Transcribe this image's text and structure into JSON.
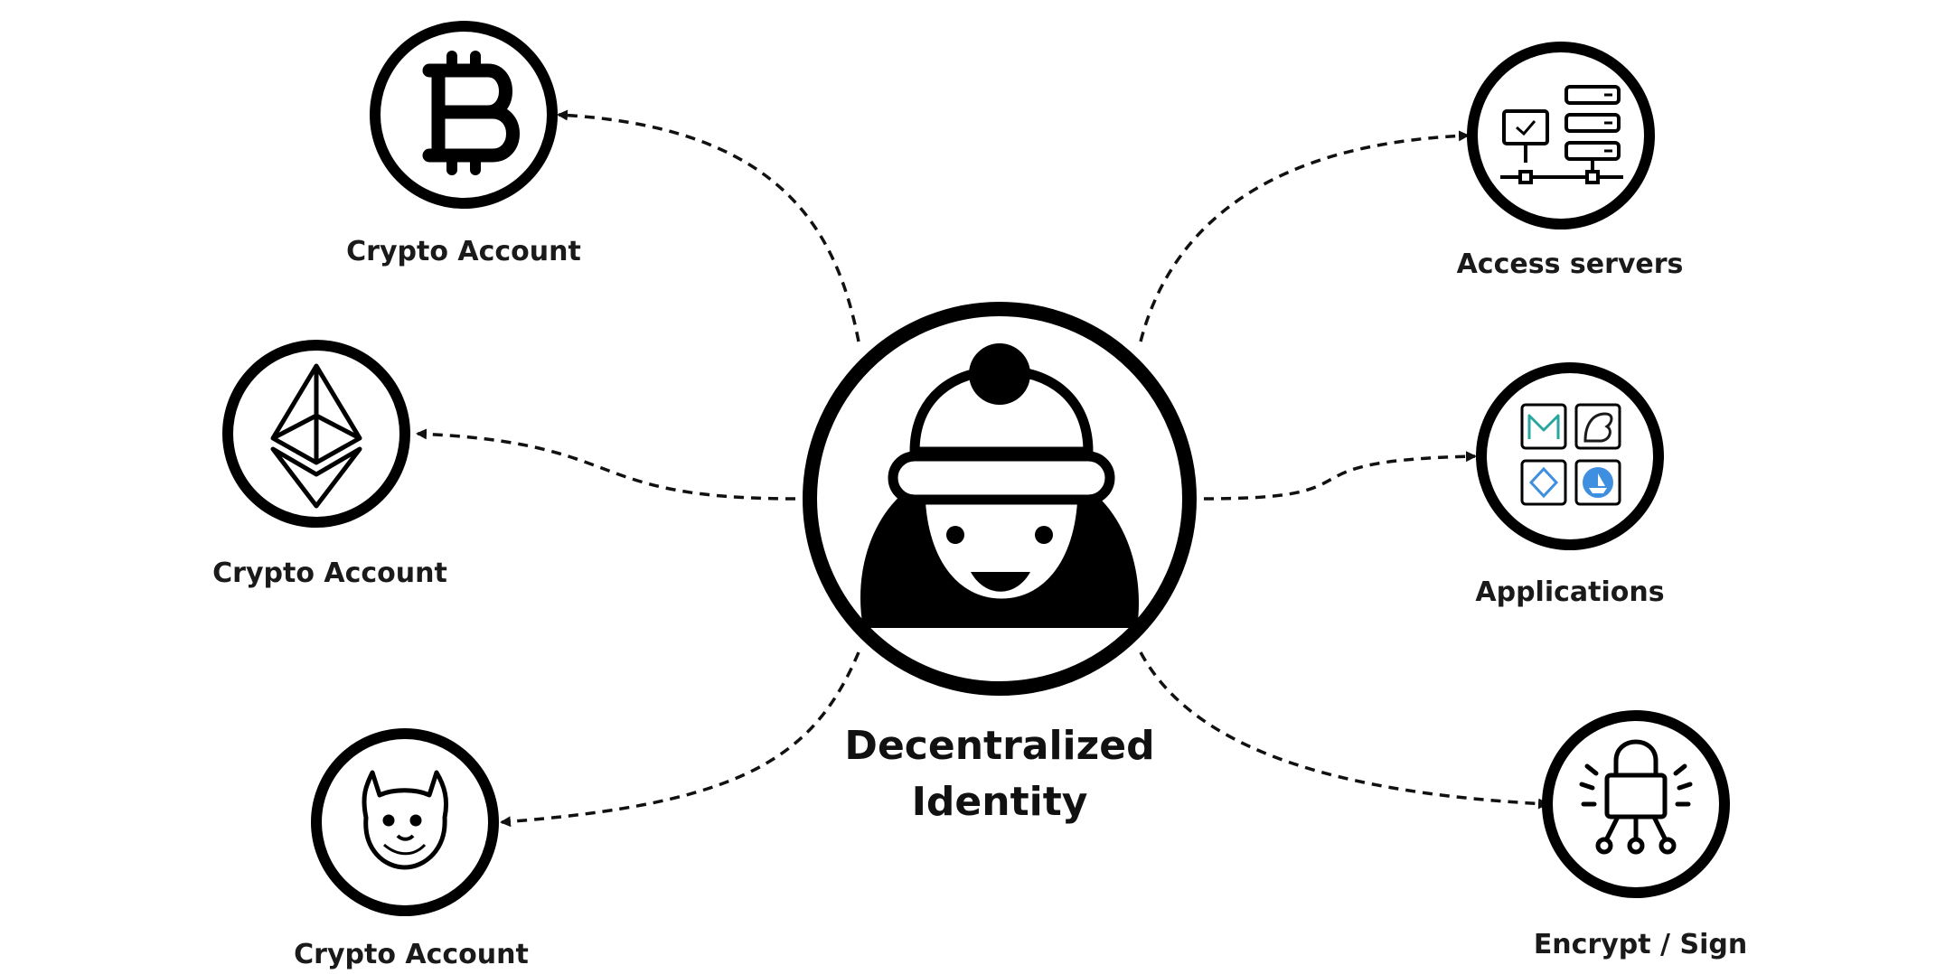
{
  "center": {
    "label_line1": "Decentralized",
    "label_line2": "Identity"
  },
  "nodes": [
    {
      "label": "Crypto Account",
      "icon": "bitcoin-icon"
    },
    {
      "label": "Crypto Account",
      "icon": "ethereum-icon"
    },
    {
      "label": "Crypto Account",
      "icon": "dogecoin-icon"
    },
    {
      "label": "Access servers",
      "icon": "servers-icon"
    },
    {
      "label": "Applications",
      "icon": "apps-grid-icon"
    },
    {
      "label": "Encrypt / Sign",
      "icon": "lock-circuit-icon"
    }
  ],
  "colors": {
    "stroke": "#000000",
    "background": "#ffffff",
    "app_teal": "#2aa6a0",
    "app_blue": "#3f8fe0",
    "app_dark": "#1a1a1a"
  }
}
